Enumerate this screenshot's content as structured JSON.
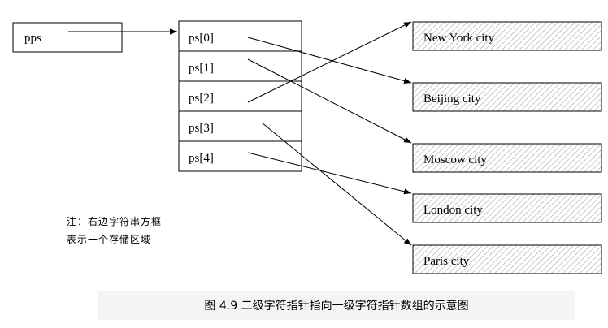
{
  "pointer_box": {
    "label": "pps"
  },
  "pointer_array": {
    "cells": [
      "ps[0]",
      "ps[1]",
      "ps[2]",
      "ps[3]",
      "ps[4]"
    ]
  },
  "strings": [
    "New York city",
    "Beijing city",
    "Moscow city",
    "London city",
    "Paris city"
  ],
  "links": [
    {
      "from": "ps[0]",
      "to": "Beijing city"
    },
    {
      "from": "ps[1]",
      "to": "Moscow city"
    },
    {
      "from": "ps[2]",
      "to": "New York city"
    },
    {
      "from": "ps[3]",
      "to": "Paris city"
    },
    {
      "from": "ps[4]",
      "to": "London city"
    }
  ],
  "note": {
    "line1": "注：右边字符串方框",
    "line2": "表示一个存储区域"
  },
  "caption": "图 4.9  二级字符指针指向一级字符指针数组的示意图"
}
